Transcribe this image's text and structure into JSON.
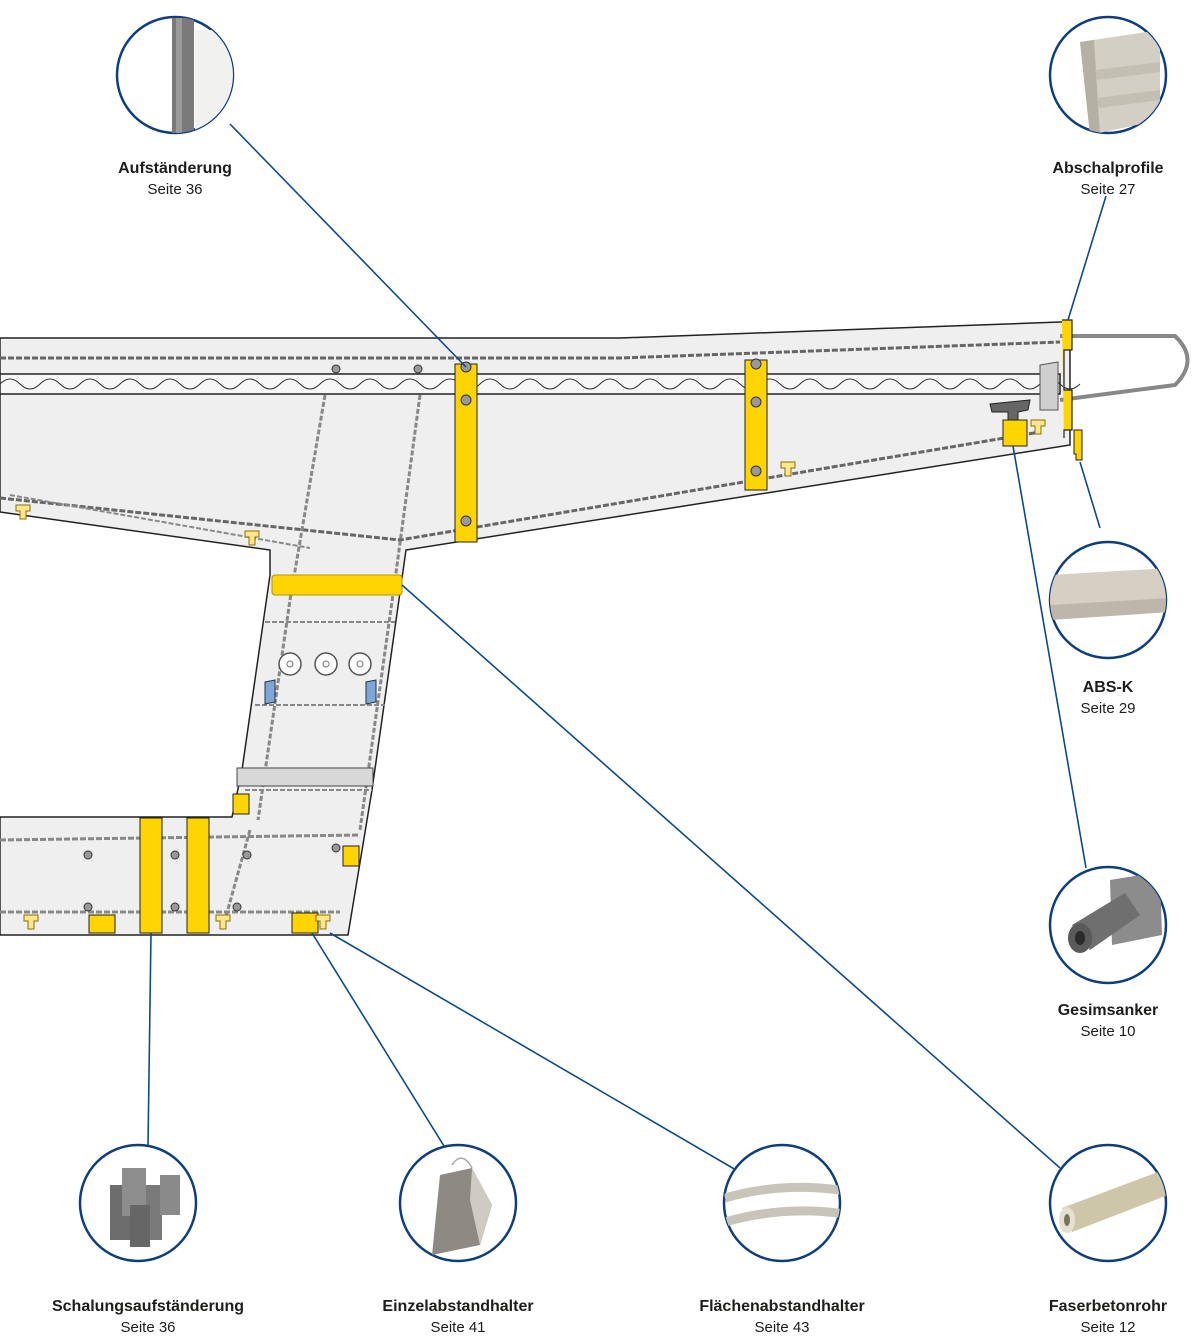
{
  "colors": {
    "leader": "#0e4a8a",
    "circle": "#0e3f7c",
    "yellow": "#ffd400",
    "concrete": "#eeeeee",
    "rebar": "#555555"
  },
  "callouts": [
    {
      "id": "aufstaenderung",
      "title": "Aufständerung",
      "page": "Seite 36",
      "icon": "strip-photo"
    },
    {
      "id": "abschalprofile",
      "title": "Abschalprofile",
      "page": "Seite 27",
      "icon": "profile-photo"
    },
    {
      "id": "abs-k",
      "title": "ABS-K",
      "page": "Seite 29",
      "icon": "strip-photo"
    },
    {
      "id": "gesimsanker",
      "title": "Gesimsanker",
      "page": "Seite 10",
      "icon": "anchor-photo"
    },
    {
      "id": "schalungsaufstaenderung",
      "title": "Schalungsaufständerung",
      "page": "Seite 36",
      "icon": "stand-photo"
    },
    {
      "id": "einzelabstandhalter",
      "title": "Einzelabstandhalter",
      "page": "Seite 41",
      "icon": "spacer-photo"
    },
    {
      "id": "flaechenabstandhalter",
      "title": "Flächenabstandhalter",
      "page": "Seite 43",
      "icon": "bars-photo"
    },
    {
      "id": "faserbetonrohr",
      "title": "Faserbetonrohr",
      "page": "Seite 12",
      "icon": "tube-photo"
    }
  ]
}
